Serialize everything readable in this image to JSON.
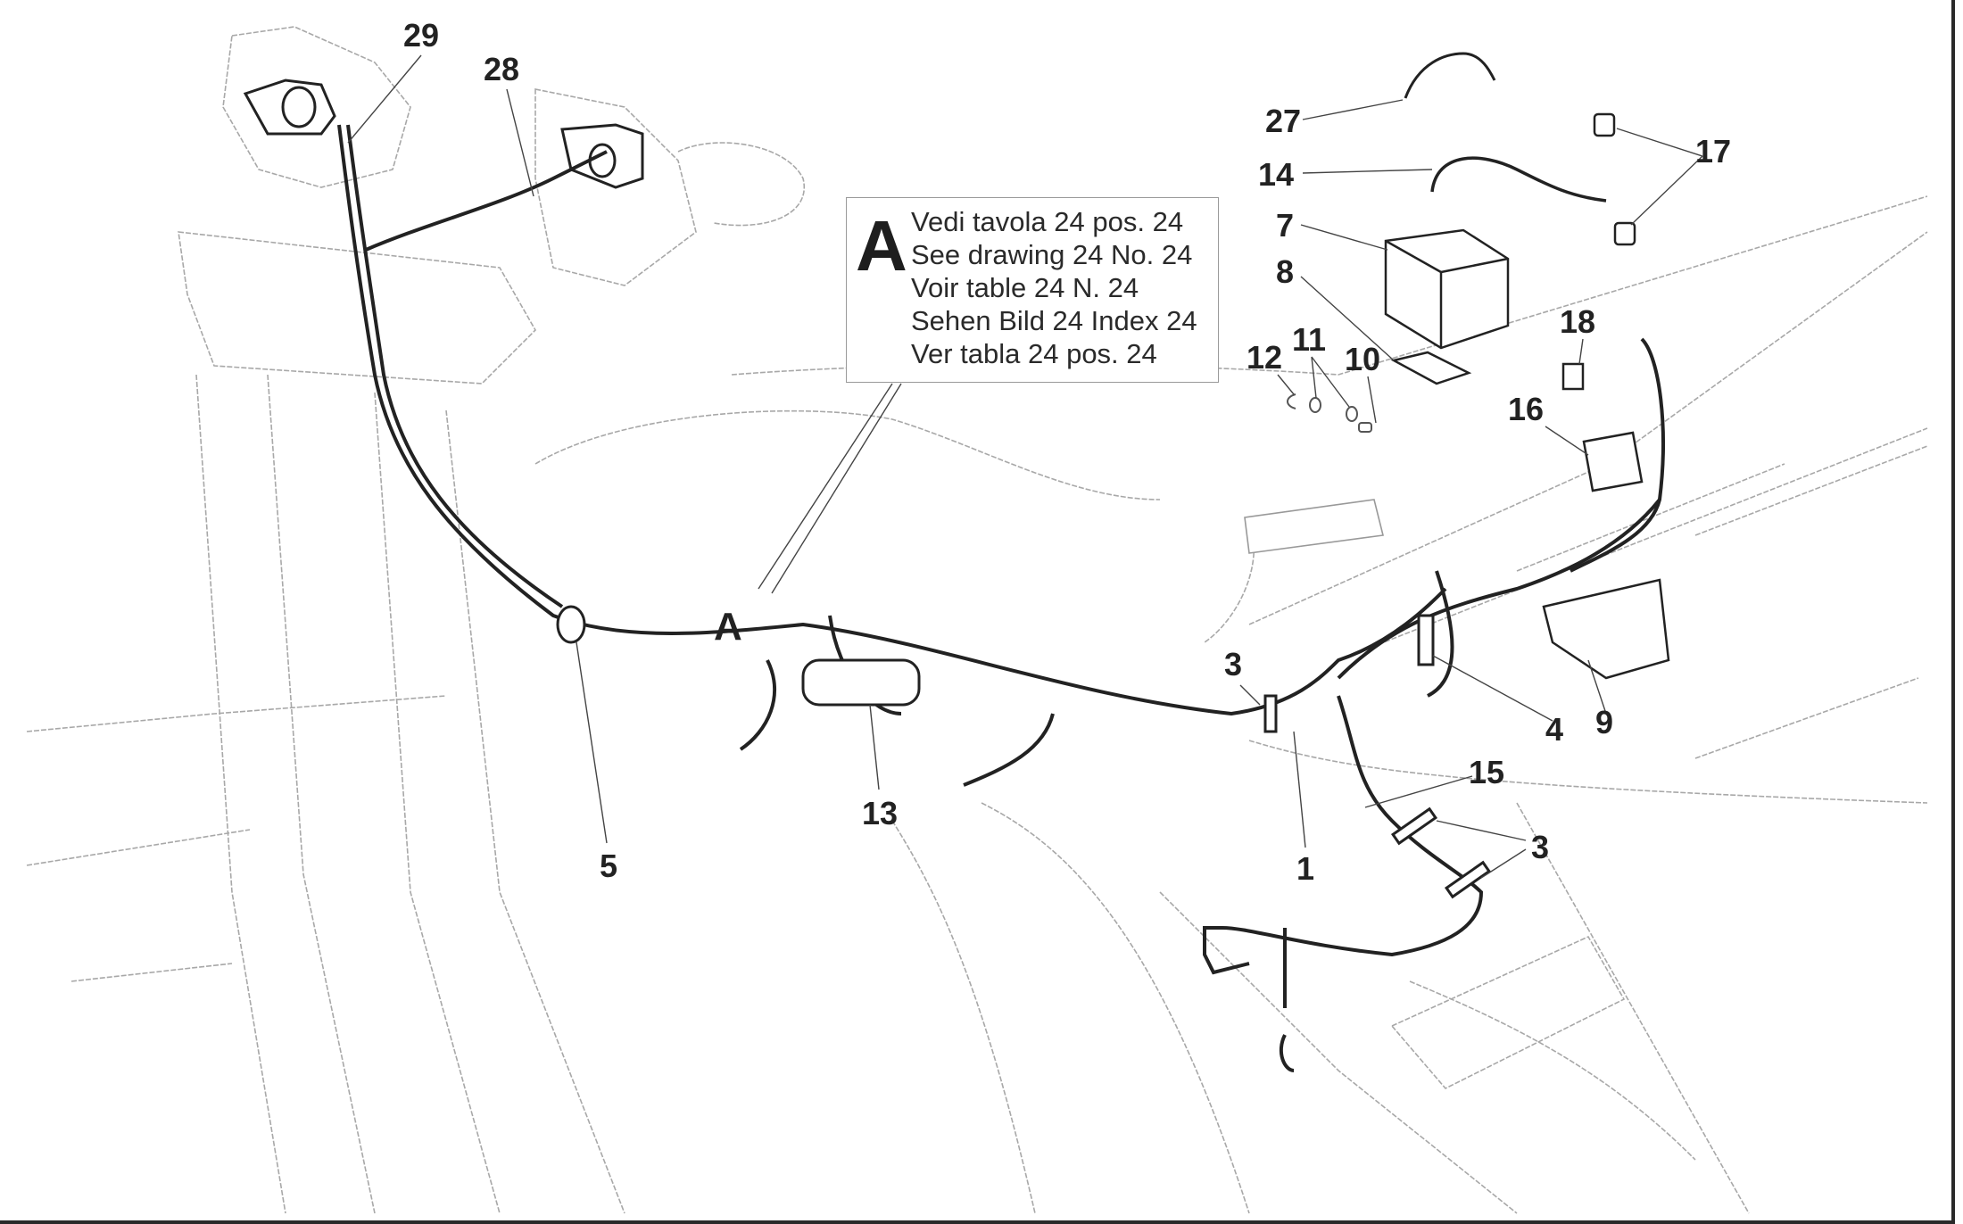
{
  "diagram": {
    "title_reference": {
      "letter": "A",
      "lines": [
        "Vedi tavola 24 pos. 24",
        "See drawing 24 No. 24",
        "Voir table 24 N. 24",
        "Sehen Bild 24 Index 24",
        "Ver tabla 24 pos. 24"
      ]
    },
    "reference_marker": "A",
    "callouts": {
      "c29": "29",
      "c28": "28",
      "c27": "27",
      "c14": "14",
      "c7": "7",
      "c8": "8",
      "c17": "17",
      "c18": "18",
      "c12": "12",
      "c11": "11",
      "c10": "10",
      "c16": "16",
      "c3a": "3",
      "c4": "4",
      "c9": "9",
      "c15": "15",
      "c3b": "3",
      "c1": "1",
      "c13": "13",
      "c5": "5"
    },
    "colors": {
      "ink": "#222222",
      "faint": "#9a9a9a",
      "background": "#ffffff"
    }
  }
}
